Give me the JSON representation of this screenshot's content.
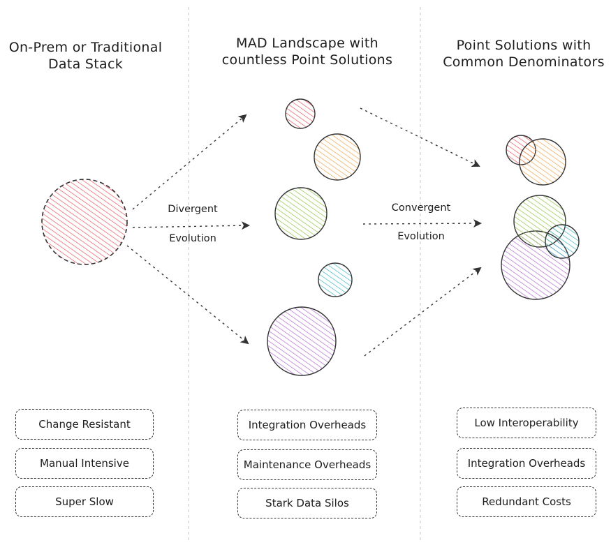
{
  "columns": [
    {
      "heading": [
        "On-Prem or Traditional",
        "Data Stack"
      ],
      "boxes": [
        "Change Resistant",
        "Manual Intensive",
        "Super Slow"
      ]
    },
    {
      "heading": [
        "MAD Landscape with",
        "countless Point Solutions"
      ],
      "boxes": [
        "Integration Overheads",
        "Maintenance Overheads",
        "Stark Data Silos"
      ]
    },
    {
      "heading": [
        "Point Solutions with",
        "Common Denominators"
      ],
      "boxes": [
        "Low Interoperability",
        "Integration Overheads",
        "Redundant Costs"
      ]
    }
  ],
  "flows": {
    "divergent": [
      "Divergent",
      "Evolution"
    ],
    "convergent": [
      "Convergent",
      "Evolution"
    ]
  },
  "colors": {
    "red": "#e8555f",
    "orange": "#f0a24a",
    "green": "#8cc63f",
    "teal": "#3bb6c4",
    "purple": "#b06ad2",
    "stroke": "#333333",
    "divider": "#cfcfcf"
  }
}
